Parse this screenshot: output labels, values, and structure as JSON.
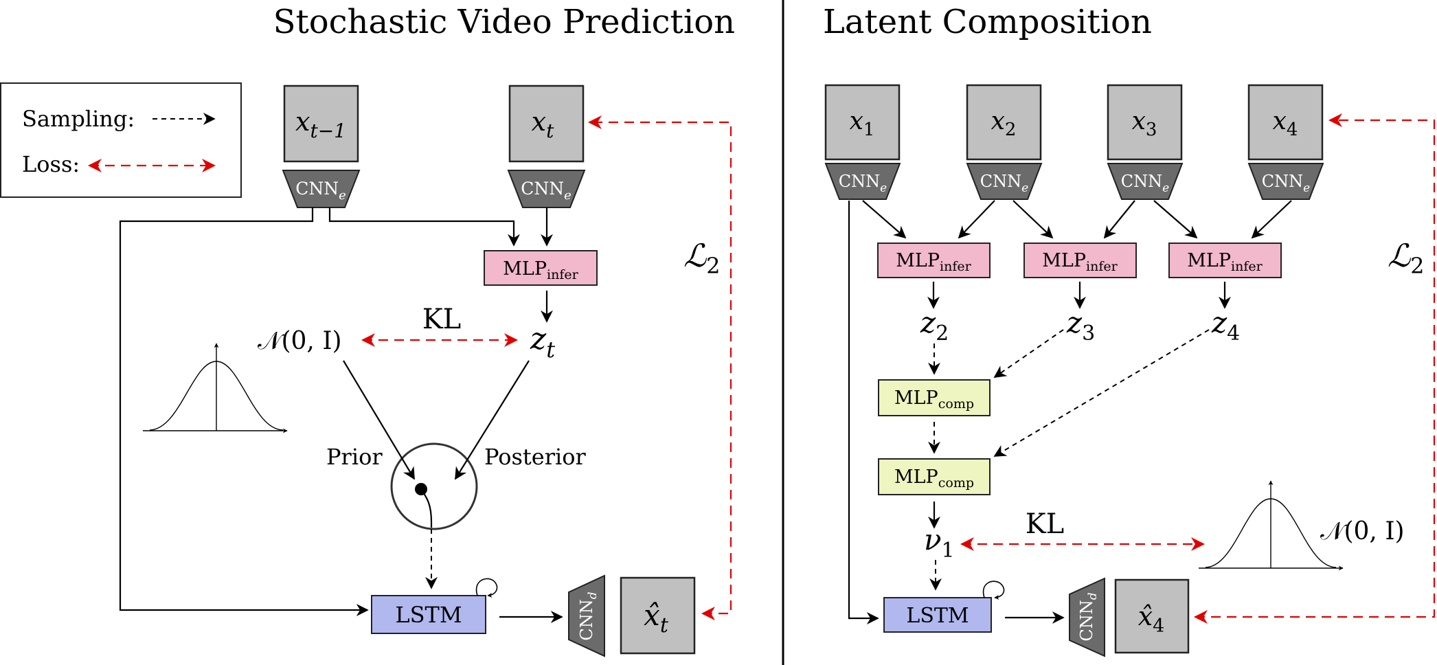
{
  "left": {
    "title": "Stochastic Video Prediction",
    "legend": {
      "sampling_label": "Sampling:",
      "loss_label": "Loss:"
    },
    "frames": {
      "prev": {
        "base": "x",
        "sub": "t−1"
      },
      "curr": {
        "base": "x",
        "sub": "t"
      },
      "pred": {
        "base": "x̂",
        "sub": "t"
      }
    },
    "encoder": {
      "base": "CNN",
      "sub": "e"
    },
    "decoder": {
      "base": "CNN",
      "sub": "d"
    },
    "mlp_infer": {
      "base": "MLP",
      "sub": "infer"
    },
    "latent": {
      "base": "z",
      "sub": "t"
    },
    "prior_dist": "𝒩(0, I)",
    "kl": "KL",
    "prior_label": "Prior",
    "posterior_label": "Posterior",
    "lstm": "LSTM",
    "loss": {
      "base": "ℒ",
      "sub": "2"
    }
  },
  "right": {
    "title": "Latent Composition",
    "frames": [
      {
        "base": "x",
        "sub": "1"
      },
      {
        "base": "x",
        "sub": "2"
      },
      {
        "base": "x",
        "sub": "3"
      },
      {
        "base": "x",
        "sub": "4"
      }
    ],
    "pred": {
      "base": "x̂",
      "sub": "4"
    },
    "encoder": {
      "base": "CNN",
      "sub": "e"
    },
    "decoder": {
      "base": "CNN",
      "sub": "d"
    },
    "mlp_infer": {
      "base": "MLP",
      "sub": "infer"
    },
    "mlp_comp": {
      "base": "MLP",
      "sub": "comp"
    },
    "latents": [
      {
        "base": "z",
        "sub": "2"
      },
      {
        "base": "z",
        "sub": "3"
      },
      {
        "base": "z",
        "sub": "4"
      }
    ],
    "nu": {
      "base": "ν",
      "sub": "1"
    },
    "kl": "KL",
    "prior_dist": "𝒩(0, I)",
    "lstm": "LSTM",
    "loss": {
      "base": "ℒ",
      "sub": "2"
    }
  }
}
